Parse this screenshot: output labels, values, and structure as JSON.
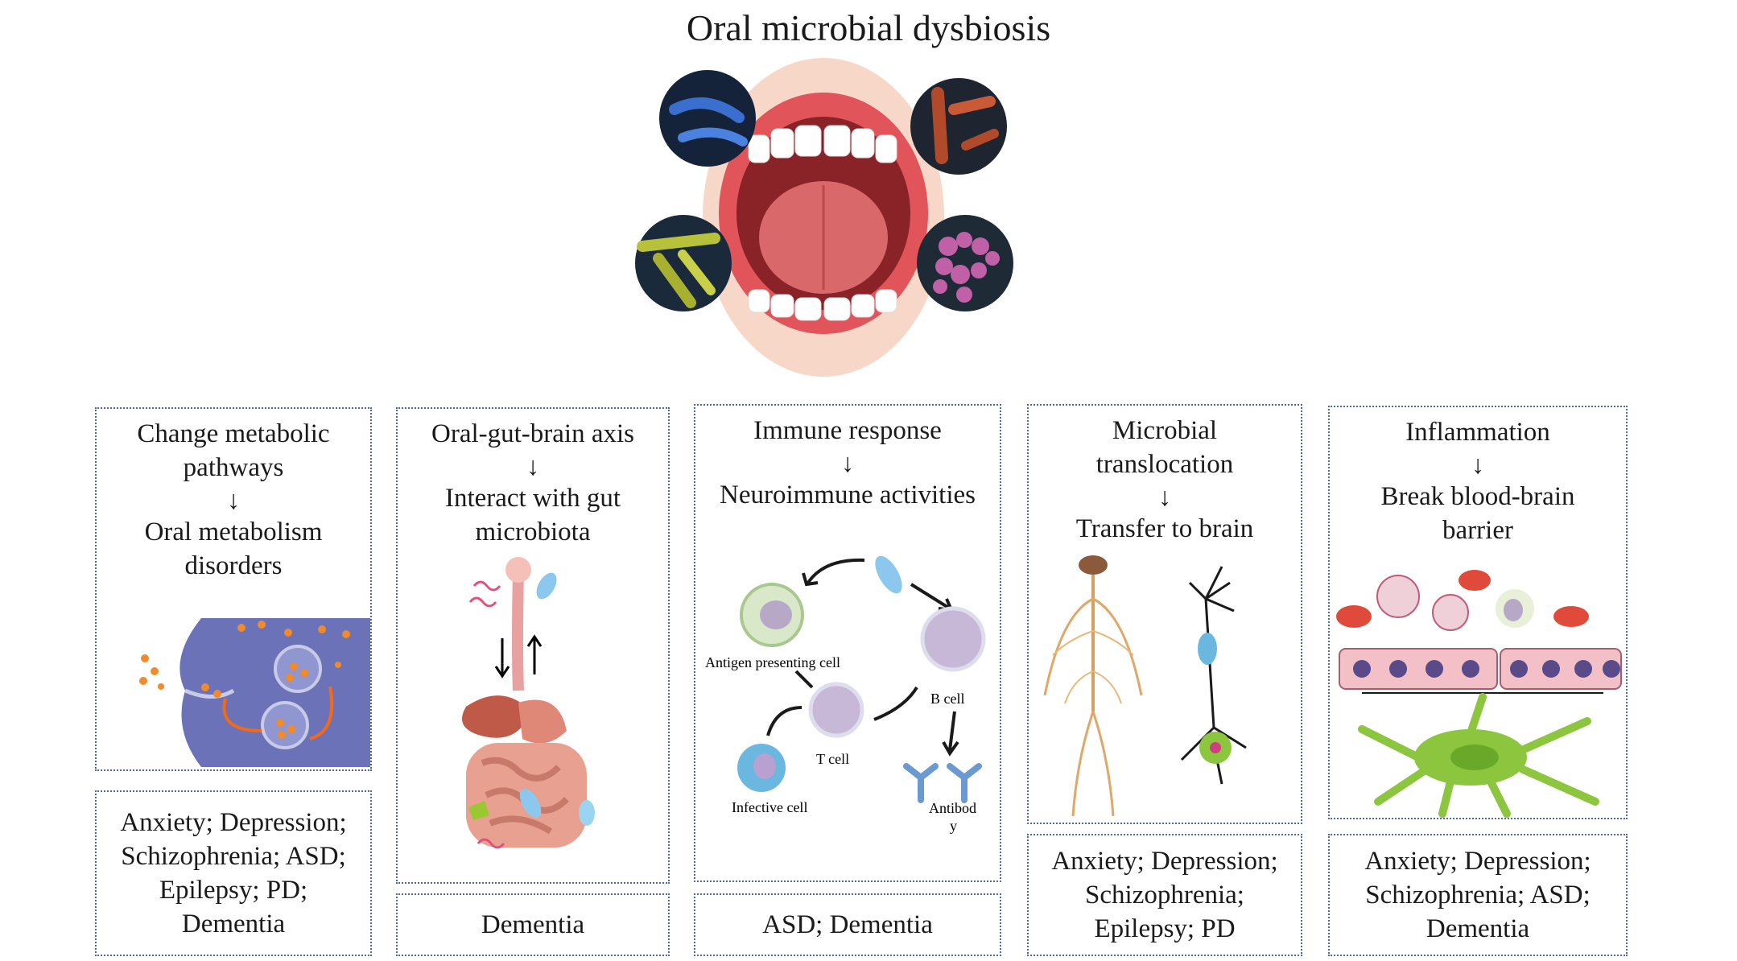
{
  "title": "Oral microbial dysbiosis",
  "columns": [
    {
      "head_lines": [
        "Change metabolic",
        "pathways"
      ],
      "arrow": "↓",
      "result_lines": [
        "Oral metabolism",
        "disorders"
      ],
      "diseases_lines": [
        "Anxiety; Depression;",
        "Schizophrenia; ASD;",
        "Epilepsy; PD;",
        "Dementia"
      ]
    },
    {
      "head_lines": [
        "Oral-gut-brain axis"
      ],
      "arrow": "↓",
      "result_lines": [
        "Interact with gut",
        "microbiota"
      ],
      "diseases_lines": [
        "Dementia"
      ]
    },
    {
      "head_lines": [
        "Immune response"
      ],
      "arrow": "↓",
      "result_lines": [
        "Neuroimmune activities"
      ],
      "diseases_lines": [
        "ASD; Dementia"
      ],
      "cell_labels": {
        "apc": "Antigen presenting cell",
        "bcell": "B cell",
        "tcell": "T cell",
        "infective": "Infective cell",
        "antibody_1": "Antibod",
        "antibody_2": "y"
      }
    },
    {
      "head_lines": [
        "Microbial",
        "translocation"
      ],
      "arrow": "↓",
      "result_lines": [
        "Transfer to brain"
      ],
      "diseases_lines": [
        "Anxiety; Depression;",
        "Schizophrenia;",
        "Epilepsy; PD"
      ]
    },
    {
      "head_lines": [
        "Inflammation"
      ],
      "arrow": "↓",
      "result_lines": [
        "Break blood-brain",
        "barrier"
      ],
      "diseases_lines": [
        "Anxiety; Depression;",
        "Schizophrenia; ASD;",
        "Dementia"
      ]
    }
  ],
  "colors": {
    "border": "#4a6aa0",
    "lips": "#e0545a",
    "mouth_inner": "#9c2f32",
    "tongue": "#d9686b",
    "cell_purple": "#6b72b8",
    "metabolite": "#f08a2a",
    "neuron_green": "#8cc63f",
    "rbc": "#e04a3a"
  }
}
